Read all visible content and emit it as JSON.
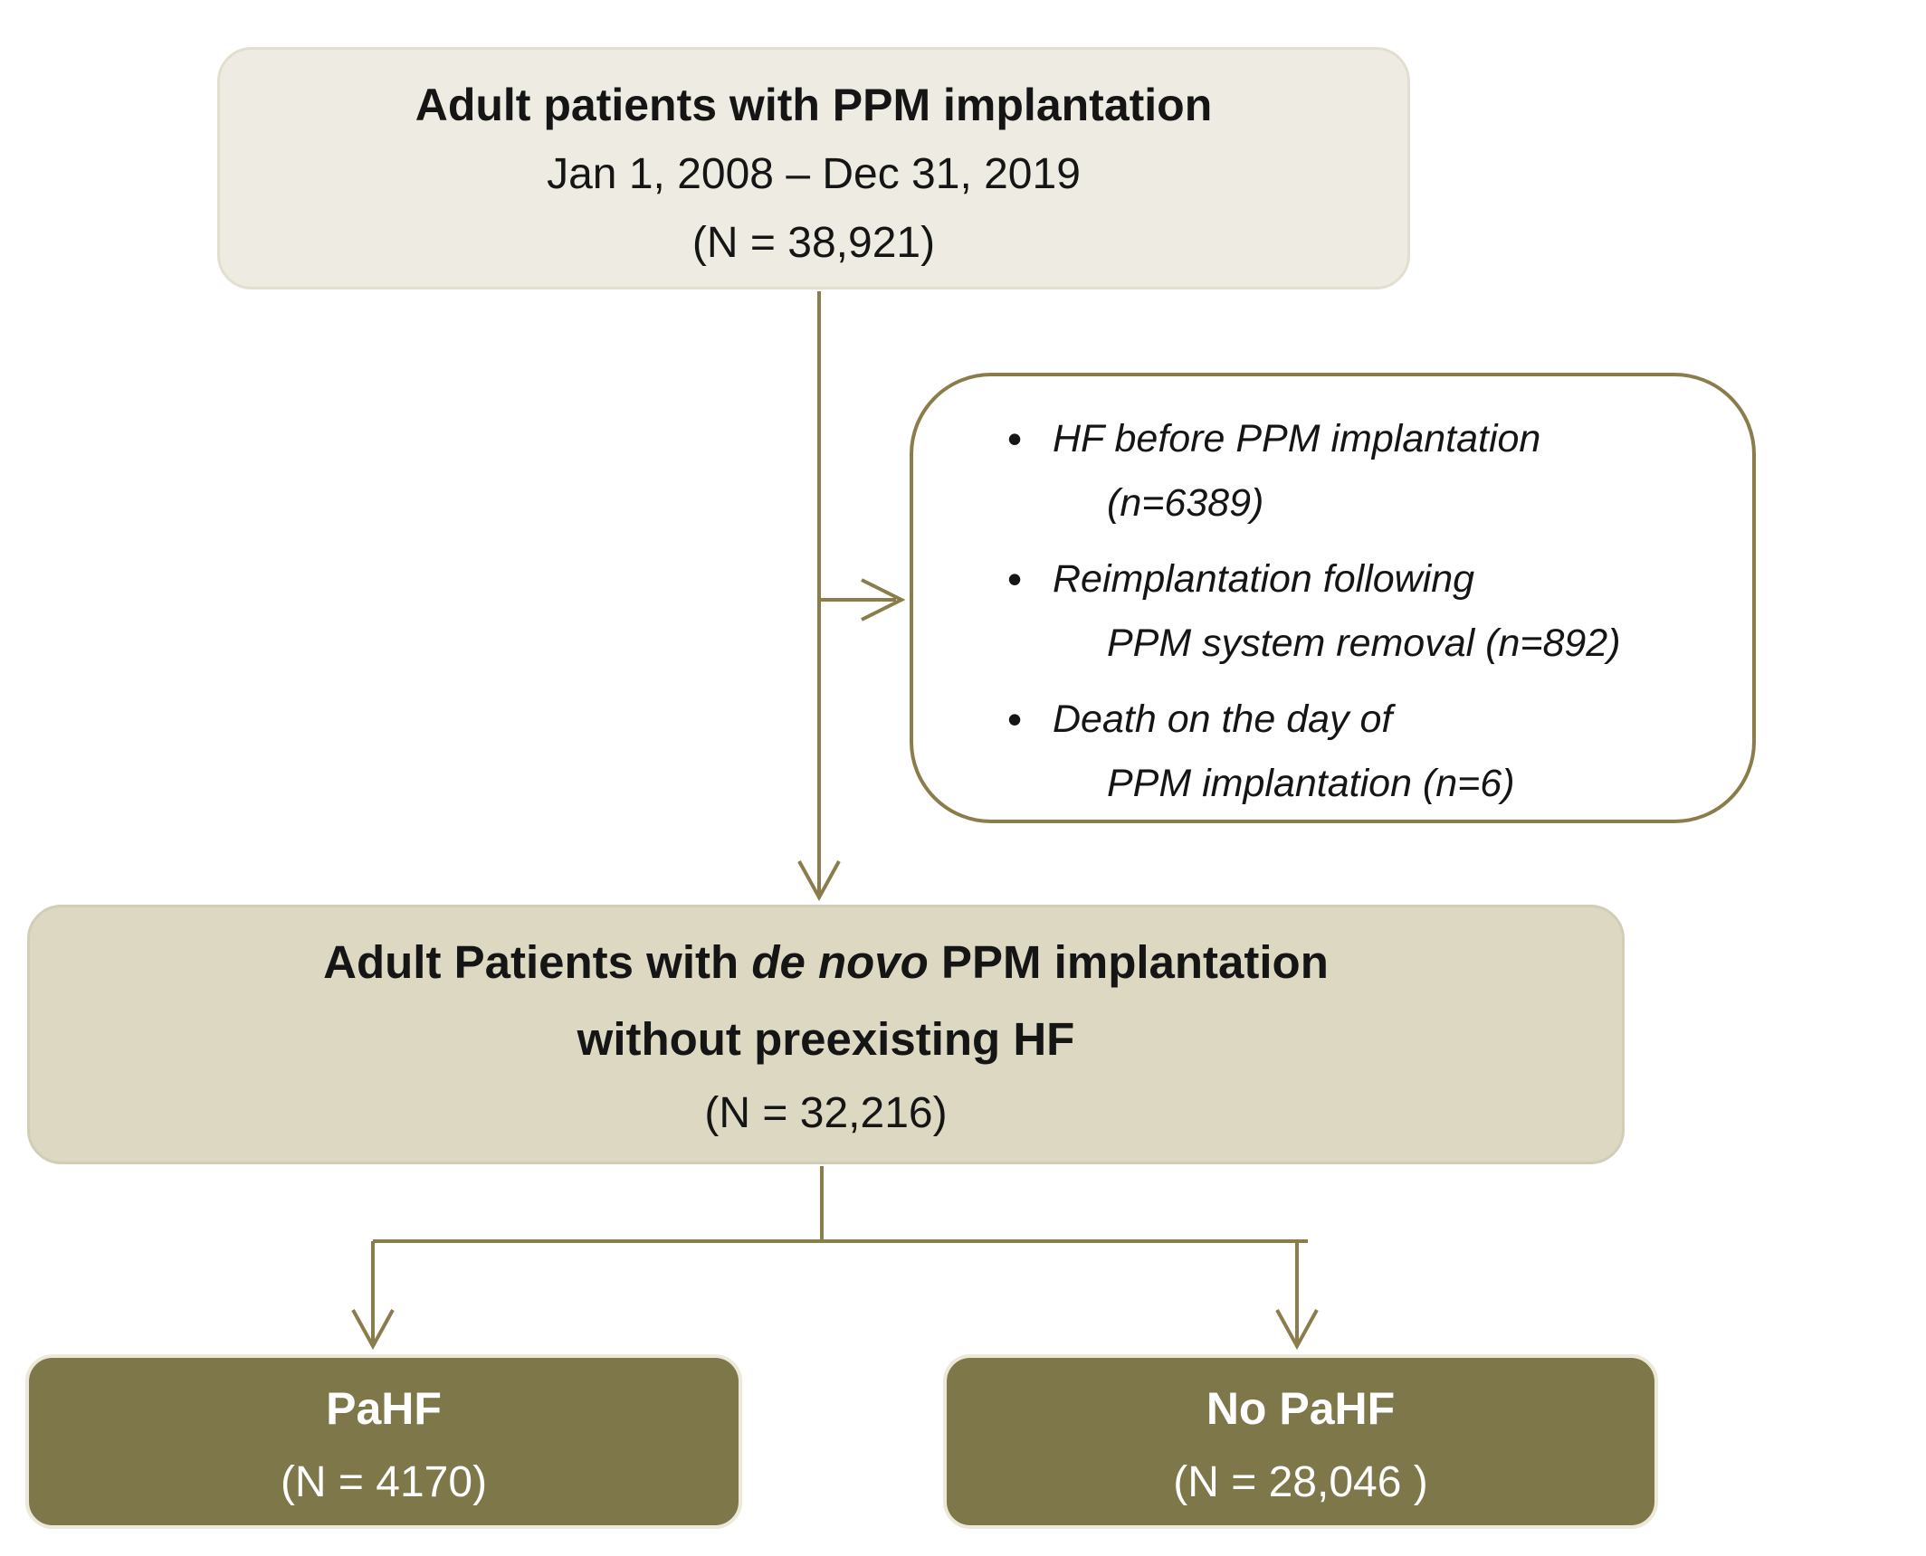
{
  "colors": {
    "top_box_fill": "#eeece2",
    "middle_box_fill": "#dcd8c2",
    "outcome_box_fill": "#7d774a",
    "line_and_border_olive": "#8a7d4b",
    "text_dark": "#151515",
    "text_light": "#ffffff"
  },
  "icons": {
    "bullet": "•",
    "arrowhead": "open-chevron"
  },
  "boxes": {
    "top": {
      "line1": "Adult patients with PPM implantation",
      "line2": "Jan 1, 2008 – Dec 31, 2019",
      "line3": "(N = 38,921)"
    },
    "exclusions": {
      "items": [
        {
          "line1": "HF before PPM implantation",
          "line2": "(n=6389)"
        },
        {
          "line1": "Reimplantation following",
          "line2": "PPM system removal (n=892)"
        },
        {
          "line1": "Death on the day of",
          "line2": "PPM implantation (n=6)"
        }
      ]
    },
    "middle": {
      "line1_prefix": "Adult Patients with ",
      "line1_emphasis": "de novo",
      "line1_suffix": " PPM implantation",
      "line2": "without preexisting HF",
      "line3": "(N = 32,216)"
    },
    "bottom_left": {
      "line1": "PaHF",
      "line2": "(N = 4170)"
    },
    "bottom_right": {
      "line1": "No PaHF",
      "line2": "(N = 28,046 )"
    }
  }
}
